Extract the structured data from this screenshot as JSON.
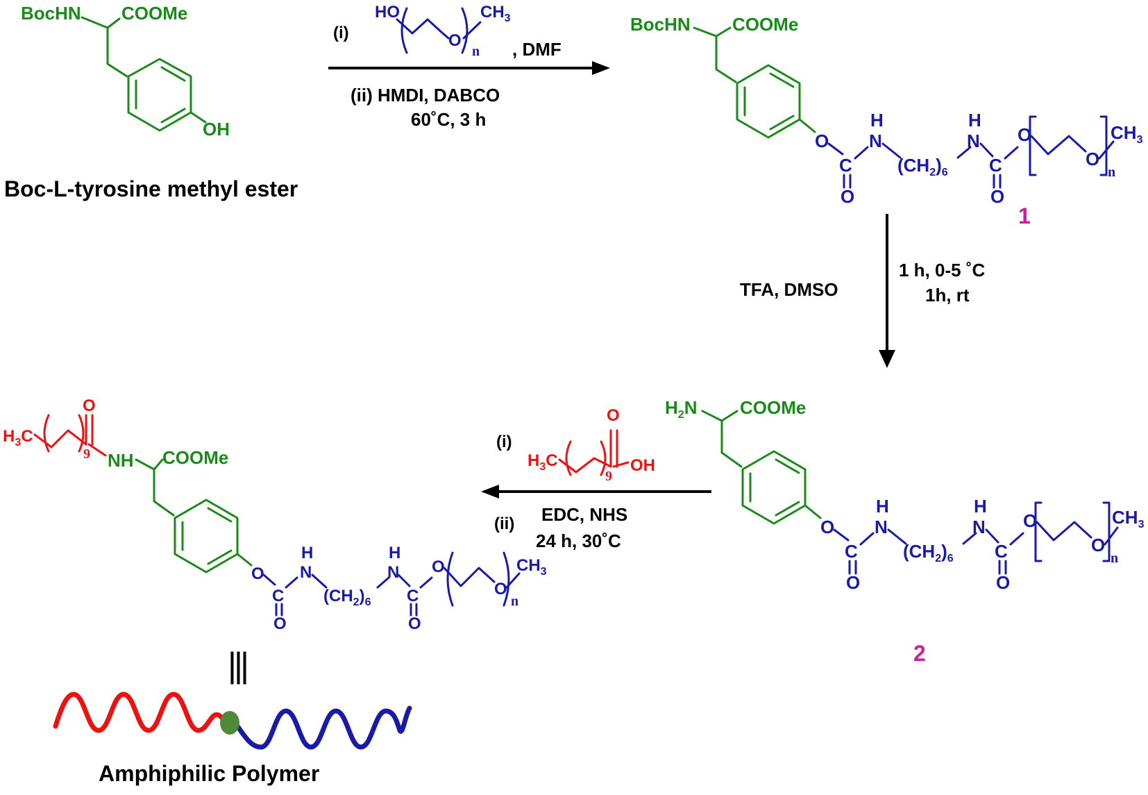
{
  "scheme": {
    "start_material": {
      "label": "Boc-L-tyrosine methyl ester",
      "amine": "BocHN",
      "ester": "COOMe",
      "hydroxyl": "OH"
    },
    "step1": {
      "reagent_i_label": "(i)",
      "peg_ho": "HO",
      "peg_o": "O",
      "peg_ch3": "CH",
      "peg_ch3_sub": "3",
      "peg_n": "n",
      "solvent": ", DMF",
      "reagent_ii": "(ii) HMDI, DABCO",
      "conditions": "60˚C, 3 h"
    },
    "compound1": {
      "number": "1",
      "amine": "BocHN",
      "ester": "COOMe"
    },
    "linker": {
      "o": "O",
      "c": "C",
      "h": "H",
      "n": "N",
      "ch2_open": "(CH",
      "ch2_sub": "2",
      "ch2_close": ")",
      "ch2_count": "6",
      "ch3": "CH",
      "ch3_sub": "3",
      "repeat_n": "n"
    },
    "step2": {
      "reagents": "TFA, DMSO",
      "condition1": "1 h, 0-5 ˚C",
      "condition2": "1h, rt"
    },
    "compound2": {
      "number": "2",
      "amine": "H",
      "amine_sub": "2",
      "amine_n": "N",
      "ester": "COOMe"
    },
    "step3": {
      "reagent_i_label": "(i)",
      "acid_h": "H",
      "acid_sub": "3",
      "acid_c": "C",
      "acid_count": "9",
      "acid_o": "O",
      "acid_oh": "OH",
      "reagent_ii_label": "(ii)",
      "reagents": "EDC, NHS",
      "conditions": "24 h, 30˚C"
    },
    "product": {
      "tail_h": "H",
      "tail_sub": "3",
      "tail_c": "C",
      "tail_count": "9",
      "amide_o": "O",
      "amide_nh": "NH",
      "ester": "COOMe",
      "equiv_symbol": "|||",
      "cartoon_label": "Amphiphilic Polymer"
    },
    "colors": {
      "tyrosine": "#1a8a1a",
      "peg_linker": "#1a1aa8",
      "fatty_acid": "#ee1111",
      "compound_number": "#cc1f99",
      "junction": "#4f8a3a"
    }
  }
}
